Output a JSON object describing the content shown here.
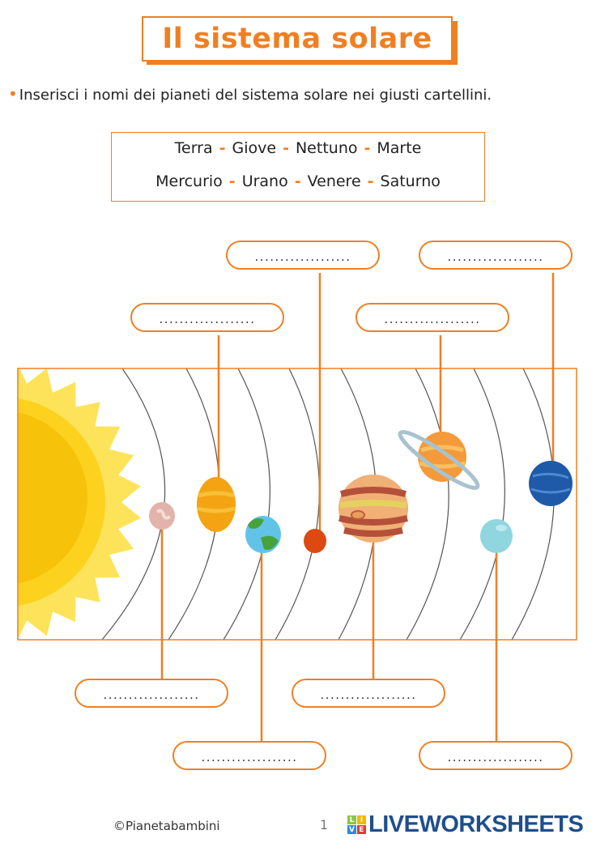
{
  "title": "Il sistema solare",
  "instruction": "Inserisci i nomi dei pianeti del sistema solare nei giusti cartellini.",
  "word_bank": {
    "line1": [
      "Terra",
      "Giove",
      "Nettuno",
      "Marte"
    ],
    "line2": [
      "Mercurio",
      "Urano",
      "Venere",
      "Saturno"
    ],
    "separator": "-"
  },
  "answer_fields": [
    {
      "placeholder": "...................",
      "value": ""
    },
    {
      "placeholder": "...................",
      "value": ""
    },
    {
      "placeholder": "...................",
      "value": ""
    },
    {
      "placeholder": "...................",
      "value": ""
    },
    {
      "placeholder": "...................",
      "value": ""
    },
    {
      "placeholder": "...................",
      "value": ""
    },
    {
      "placeholder": "...................",
      "value": ""
    },
    {
      "placeholder": "...................",
      "value": ""
    }
  ],
  "colors": {
    "accent": "#f07f22",
    "sun": "#fbd530",
    "logo": "#1f4e8c"
  },
  "footer": {
    "copyright": "©Pianetabambini",
    "logo_text": "LIVEWORKSHEETS",
    "logo_tiles": [
      "L",
      "I",
      "V",
      "E"
    ],
    "page": "1"
  }
}
